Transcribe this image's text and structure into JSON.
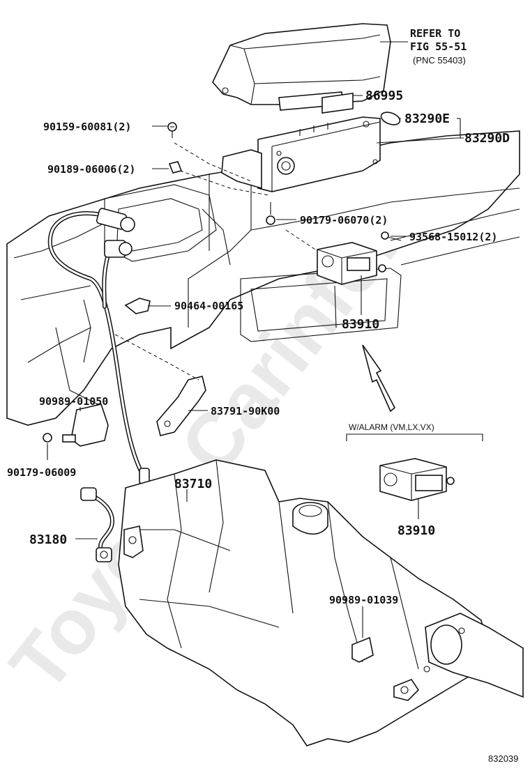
{
  "watermark": "Toyota-Carinfo.ru",
  "refer": {
    "line1": "REFER TO",
    "line2": "FIG 55-51",
    "line3": "(PNC 55403)"
  },
  "labels": {
    "p86995": "86995",
    "p83290E": "83290E",
    "p83290D": "83290D",
    "p90159": "90159-60081(2)",
    "p90189": "90189-06006(2)",
    "p90179_06070": "90179-06070(2)",
    "p93568": "93568-15012(2)",
    "p90464": "90464-00165",
    "p83910_main": "83910",
    "p90989_01050": "90989-01050",
    "p83791": "83791-90K00",
    "p90179_06009": "90179-06009",
    "p83710": "83710",
    "p83180": "83180",
    "p83910_alarm": "83910",
    "p90989_01039": "90989-01039"
  },
  "alarm_note": "W/ALARM (VM,LX,VX)",
  "figure_code": "832039"
}
